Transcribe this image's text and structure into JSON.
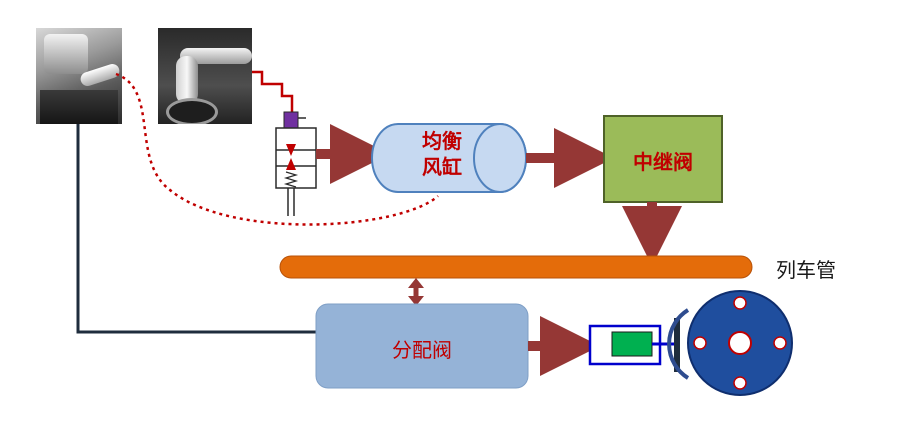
{
  "diagram": {
    "equalizing_reservoir_label_line1": "均衡",
    "equalizing_reservoir_label_line2": "风缸",
    "relay_valve_label": "中继阀",
    "brake_pipe_label": "列车管",
    "distributing_valve_label": "分配阀"
  },
  "colors": {
    "arrow": "#953735",
    "brake_pipe": "#e46c0a",
    "relay_valve_fill": "#9bbb59",
    "reservoir_fill": "#c6d9f1",
    "distributing_valve_fill": "#95b3d7",
    "label_red": "#c00000",
    "wheel_fill": "#1f4e9e",
    "cylinder_piston": "#00b050",
    "cylinder_border": "#0000cc",
    "dotted_pipe": "#c00000",
    "control_line": "#1f2d3d",
    "valve_stem": "#7030a0"
  },
  "icons": {
    "brake_handle_photo": "brake-handle-photo",
    "valve_photo": "valve-photo",
    "brake_wheel": "brake-wheel-icon"
  }
}
